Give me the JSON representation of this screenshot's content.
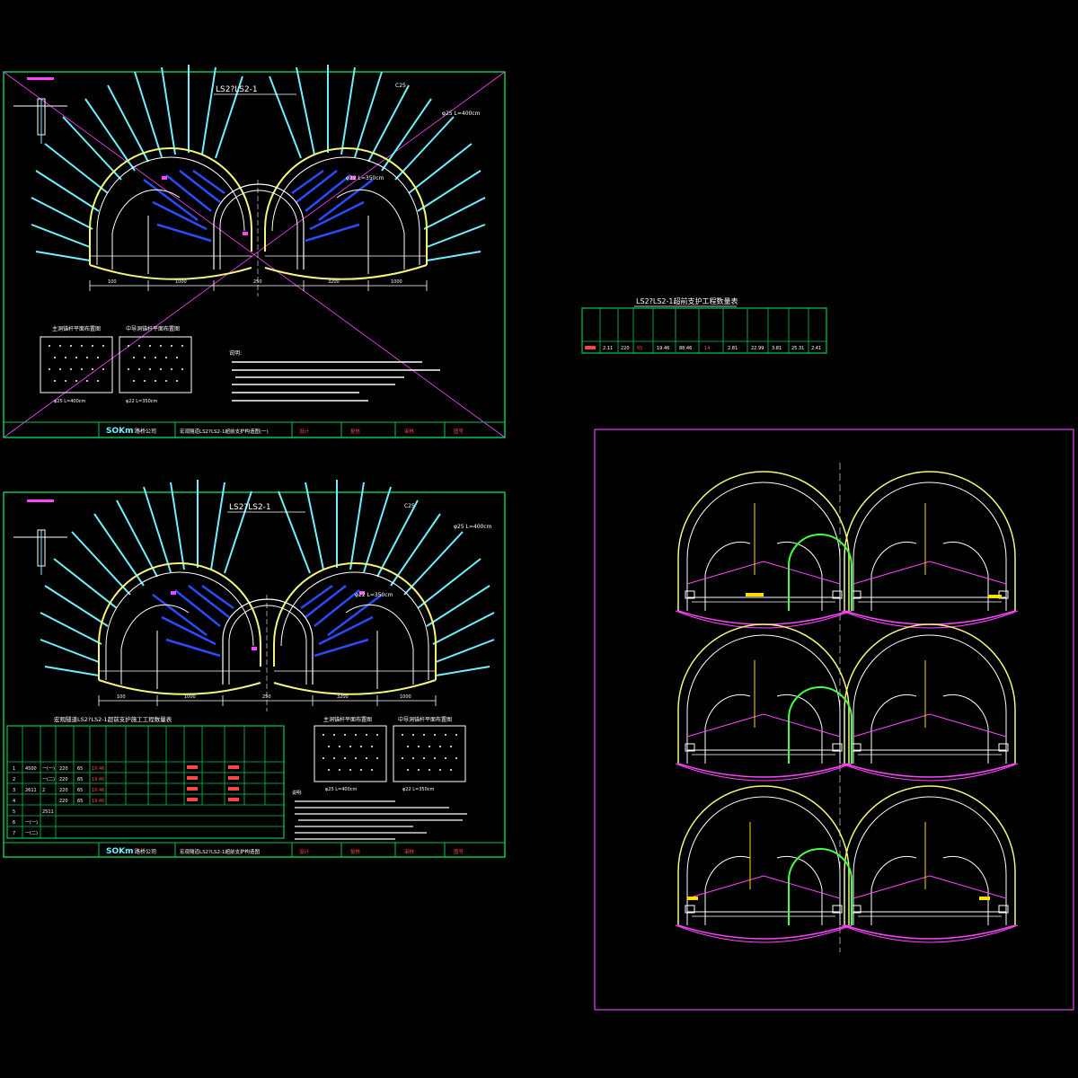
{
  "sheet1": {
    "title": "LS2?LS2-1",
    "spec_top": "C25",
    "spec_top2": "φ25 L=400cm",
    "spec_right": "φ22 L=350cm",
    "dims": [
      "100",
      "1000",
      "250",
      "3200",
      "1000"
    ],
    "plan_left_title": "主洞锚杆平面布置图",
    "plan_right_title": "中导洞锚杆平面布置图",
    "plan_left_bolt": "φ25 L=400cm",
    "plan_right_bolt": "φ22 L=350cm",
    "notes_label": "说明:",
    "title_block": {
      "logo": "SOKm",
      "org": "路桥公司",
      "drawing": "宏观隧道LS2?LS2-1超前支护构造图(一)",
      "c1": "设计",
      "c2": "复核",
      "c3": "审核",
      "c4": "图号"
    }
  },
  "sheet2": {
    "title": "LS2?LS2-1",
    "spec_top": "C25",
    "spec_top2": "φ25 L=400cm",
    "spec_right": "φ22 L=350cm",
    "dims": [
      "100",
      "1000",
      "250",
      "3200",
      "1000"
    ],
    "table_title": "宏观隧道LS2?LS2-1超前支护施工工程数量表",
    "table_rows": [
      [
        "1",
        "4500",
        "一(一)",
        "220",
        "65",
        "19.46"
      ],
      [
        "2",
        "",
        "一(二)",
        "220",
        "65",
        "19.46"
      ],
      [
        "3",
        "2611",
        "2",
        "220",
        "65",
        "19.46"
      ],
      [
        "4",
        "",
        "",
        "220",
        "65",
        "19.46"
      ],
      [
        "5",
        "",
        "2511",
        "",
        "",
        ""
      ],
      [
        "6",
        "",
        "一(一)",
        "",
        "",
        ""
      ],
      [
        "7",
        "",
        "一(二)",
        "",
        "",
        ""
      ]
    ],
    "plan_left_title": "主洞锚杆平面布置图",
    "plan_right_title": "中导洞锚杆平面布置图",
    "plan_left_bolt": "φ25 L=400cm",
    "plan_right_bolt": "φ22 L=350cm",
    "notes_label": "说明:",
    "title_block": {
      "logo": "SOKm",
      "org": "路桥公司",
      "drawing": "宏观隧道LS2?LS2-1超前支护构造图",
      "c1": "设计",
      "c2": "复核",
      "c3": "审核",
      "c4": "图号"
    }
  },
  "qty_table": {
    "title": "LS2?LS2-1超前支护工程数量表",
    "row": [
      "",
      "2.11",
      "220",
      "65",
      "19.46",
      "88.46",
      "14",
      "2.81",
      "22.99",
      "3.81",
      "25.31",
      "2.41"
    ]
  },
  "colors": {
    "sheet_border": "#00c853",
    "right_frame": "#e040fb",
    "bolt_cyan": "#6ff0ff",
    "bolt_blue": "#2a4bff",
    "arch_yellow": "#f5f57a",
    "arch_white": "#ffffff",
    "pink": "#ff44ff",
    "green_arc": "#44ff44"
  }
}
